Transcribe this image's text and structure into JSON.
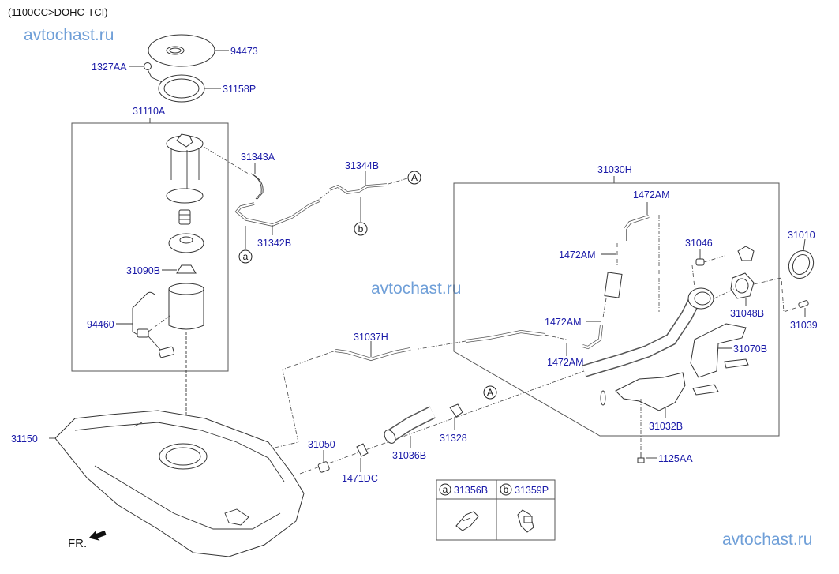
{
  "header": {
    "engine_spec": "(1100CC>DOHC-TCI)"
  },
  "watermarks": [
    "avtochast.ru",
    "avtochast.ru",
    "avtochast.ru"
  ],
  "front_indicator": {
    "label": "FR.",
    "icon": "front-arrow-icon"
  },
  "groups": {
    "fuel_pump_assembly": "31110A",
    "filler_neck_assembly": "31030H"
  },
  "parts": {
    "p94473": "94473",
    "p1327AA": "1327AA",
    "p31158P": "31158P",
    "p31110A": "31110A",
    "p31090B": "31090B",
    "p94460": "94460",
    "p31343A": "31343A",
    "p31344B": "31344B",
    "p31342B": "31342B",
    "p31030H": "31030H",
    "p1472AM_1": "1472AM",
    "p1472AM_2": "1472AM",
    "p1472AM_3": "1472AM",
    "p1472AM_4": "1472AM",
    "p31046": "31046",
    "p31010": "31010",
    "p31048B": "31048B",
    "p31039": "31039",
    "p31070B": "31070B",
    "p31032B": "31032B",
    "p1125AA": "1125AA",
    "p31037H": "31037H",
    "p31150": "31150",
    "p31050": "31050",
    "p1471DC": "1471DC",
    "p31036B": "31036B",
    "p31328": "31328"
  },
  "connectors": {
    "A": "A",
    "a": "a",
    "b": "b"
  },
  "legend_table": [
    {
      "marker": "a",
      "part": "31356B"
    },
    {
      "marker": "b",
      "part": "31359P"
    }
  ]
}
